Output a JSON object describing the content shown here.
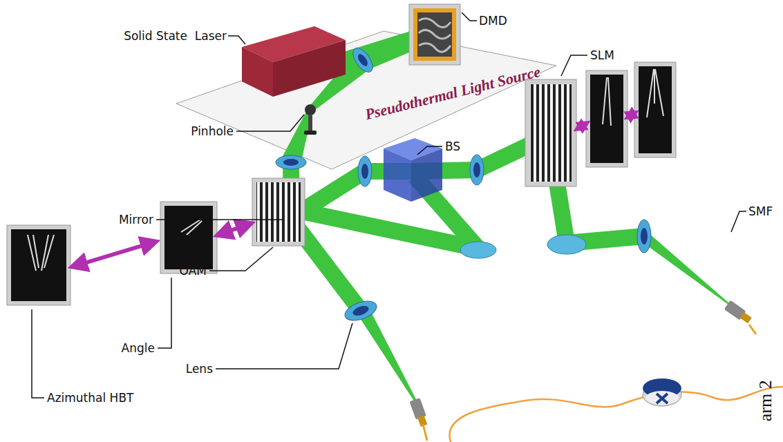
{
  "diagram": {
    "nodes": [
      {
        "text": [
          "Pseudothermal Light Source"
        ]
      }
    ],
    "labels": [
      "Solid State  Laser",
      "DMD",
      "SLM",
      "Pinhole",
      "BS",
      "Mirror",
      "SMF",
      "OAM",
      "Angle",
      "Azimuthal HBT",
      "Lens",
      "arm 2"
    ]
  }
}
